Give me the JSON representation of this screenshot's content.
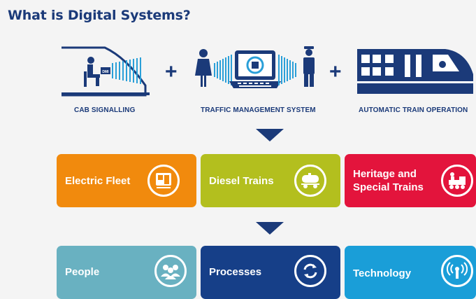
{
  "title": "What is Digital Systems?",
  "top_row": [
    {
      "caption": "CAB SIGNALLING"
    },
    {
      "caption": "TRAFFIC MANAGEMENT SYSTEM"
    },
    {
      "caption": "AUTOMATIC TRAIN OPERATION"
    }
  ],
  "illustration_text": {
    "cab_screen": "DMI"
  },
  "plus_sign": "+",
  "colors": {
    "navy": "#1b3a79",
    "signal_blue": "#2a9fd8",
    "orange": "#f18a0d",
    "olive": "#b3bf1e",
    "red": "#e3143c",
    "teal": "#69b1c1",
    "dark_blue": "#163f88",
    "sky_blue": "#1a9ed8"
  },
  "tiles_row1": [
    {
      "label_lines": [
        "Electric Fleet"
      ],
      "icon": "electric-train-icon"
    },
    {
      "label_lines": [
        "Diesel Trains"
      ],
      "icon": "tanker-wagon-icon"
    },
    {
      "label_lines": [
        "Heritage and",
        "Special Trains"
      ],
      "icon": "steam-locomotive-icon"
    }
  ],
  "tiles_row2": [
    {
      "label_lines": [
        "People"
      ],
      "icon": "people-group-icon"
    },
    {
      "label_lines": [
        "Processes"
      ],
      "icon": "cycle-arrows-icon"
    },
    {
      "label_lines": [
        "Technology"
      ],
      "icon": "wireless-signal-icon"
    }
  ]
}
